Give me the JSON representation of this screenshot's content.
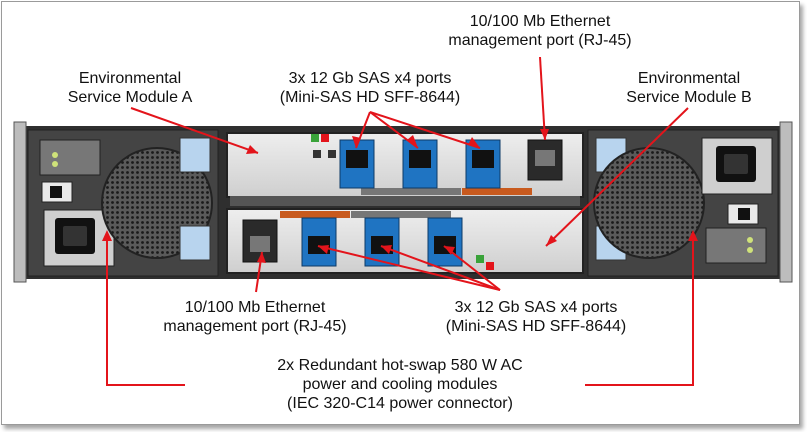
{
  "labels": {
    "eth_top": {
      "line1": "10/100 Mb Ethernet",
      "line2": "management port (RJ-45)"
    },
    "esm_a": {
      "line1": "Environmental",
      "line2": "Service Module A"
    },
    "sas_top": {
      "line1": "3x 12 Gb SAS x4 ports",
      "line2": "(Mini-SAS HD SFF-8644)"
    },
    "esm_b": {
      "line1": "Environmental",
      "line2": "Service Module B"
    },
    "eth_bottom": {
      "line1": "10/100 Mb Ethernet",
      "line2": "management port (RJ-45)"
    },
    "sas_bottom": {
      "line1": "3x 12 Gb SAS x4 ports",
      "line2": "(Mini-SAS HD SFF-8644)"
    },
    "psu": {
      "line1": "2x Redundant hot-swap 580 W AC",
      "line2": "power and cooling modules",
      "line3": "(IEC 320-C14 power connector)"
    }
  },
  "colors": {
    "callout": "#e3141b",
    "chassis": "#3a3a3a",
    "module": "#d8d8d8",
    "sas_port": "#1f74c2",
    "accent_bar": "#c85a1e"
  }
}
